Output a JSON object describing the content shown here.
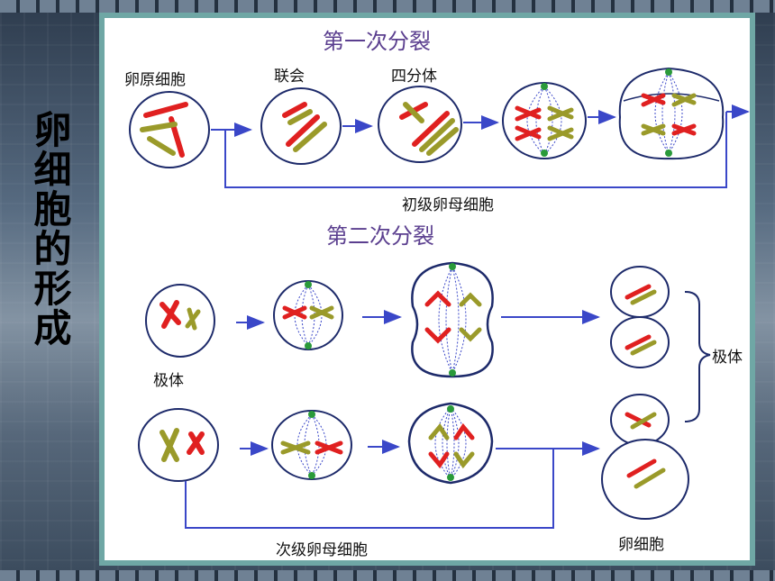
{
  "side_title": "卵细胞的形成",
  "first_division": {
    "heading": "第一次分裂",
    "labels": {
      "oogonium": "卵原细胞",
      "synapsis": "联会",
      "tetrad": "四分体",
      "primary_oocyte": "初级卵母细胞"
    }
  },
  "second_division": {
    "heading": "第二次分裂",
    "labels": {
      "polar_body": "极体",
      "polar_bodies": "极体",
      "secondary_oocyte": "次级卵母细胞",
      "egg_cell": "卵细胞"
    }
  },
  "colors": {
    "arrow": "#3a47c8",
    "red_chromosome": "#e02020",
    "olive_chromosome": "#9a9a2a",
    "centrosome": "#2a9a3a",
    "spindle": "#3a47c8",
    "heading": "#5b3f8f",
    "panel_border": "#6fa7a5"
  }
}
